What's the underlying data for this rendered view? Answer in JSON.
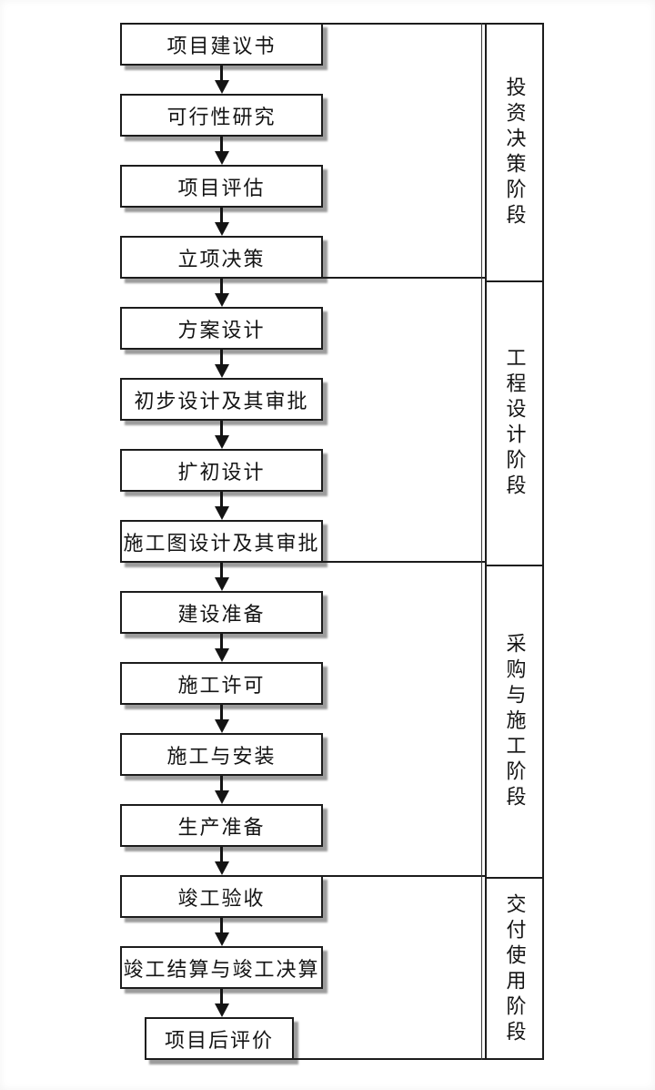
{
  "flowchart": {
    "steps": [
      {
        "label": "项目建议书"
      },
      {
        "label": "可行性研究"
      },
      {
        "label": "项目评估"
      },
      {
        "label": "立项决策"
      },
      {
        "label": "方案设计"
      },
      {
        "label": "初步设计及其审批"
      },
      {
        "label": "扩初设计"
      },
      {
        "label": "施工图设计及其审批"
      },
      {
        "label": "建设准备"
      },
      {
        "label": "施工许可"
      },
      {
        "label": "施工与安装"
      },
      {
        "label": "生产准备"
      },
      {
        "label": "竣工验收"
      },
      {
        "label": "竣工结算与竣工决算"
      },
      {
        "label": "项目后评价"
      }
    ],
    "phases": [
      {
        "label": "投资决策阶段",
        "steps": [
          "项目建议书",
          "可行性研究",
          "项目评估",
          "立项决策"
        ]
      },
      {
        "label": "工程设计阶段",
        "steps": [
          "方案设计",
          "初步设计及其审批",
          "扩初设计",
          "施工图设计及其审批"
        ]
      },
      {
        "label": "采购与施工阶段",
        "steps": [
          "建设准备",
          "施工许可",
          "施工与安装",
          "生产准备"
        ]
      },
      {
        "label": "交付使用阶段",
        "steps": [
          "竣工验收",
          "竣工结算与竣工决算",
          "项目后评价"
        ]
      }
    ],
    "colors": {
      "line": "#1c1c1c",
      "box_fill": "#ffffff",
      "shadow": "#9c9c9c",
      "background": "#ffffff",
      "text": "#141414"
    }
  }
}
